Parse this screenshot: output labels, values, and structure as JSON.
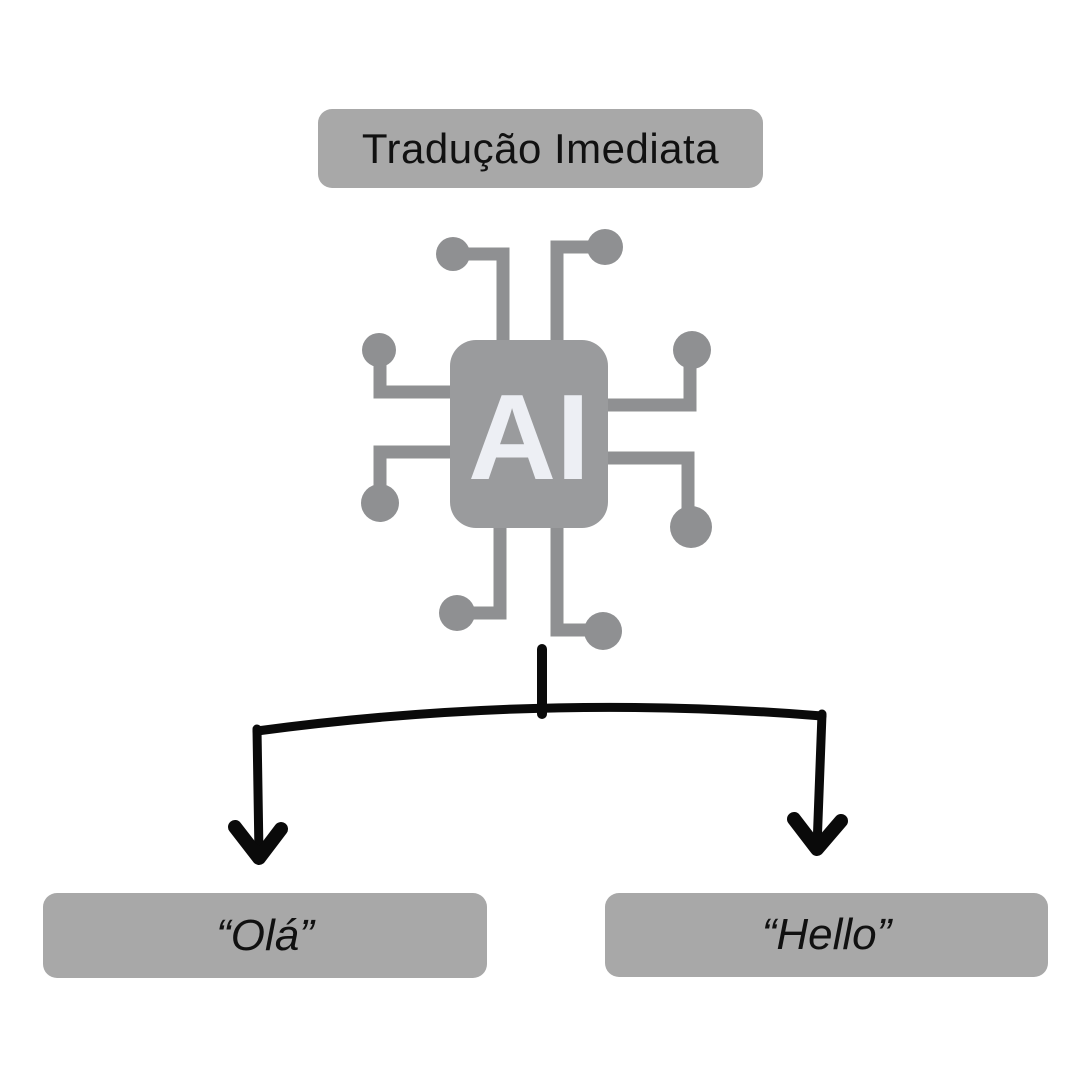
{
  "title_box": {
    "label": "Tradução Imediata"
  },
  "ai_chip": {
    "label": "AI"
  },
  "outputs": {
    "left": {
      "label": "“Olá”"
    },
    "right": {
      "label": "“Hello”"
    }
  },
  "colors": {
    "background": "#ffffff",
    "box_gray": "#a8a8a8",
    "box_text": "#111111",
    "chip_body_gray": "#9a9b9d",
    "chip_trace_gray": "#8f9092",
    "chip_label_white": "#edeff4",
    "arrow_black": "#0a0a0a"
  }
}
